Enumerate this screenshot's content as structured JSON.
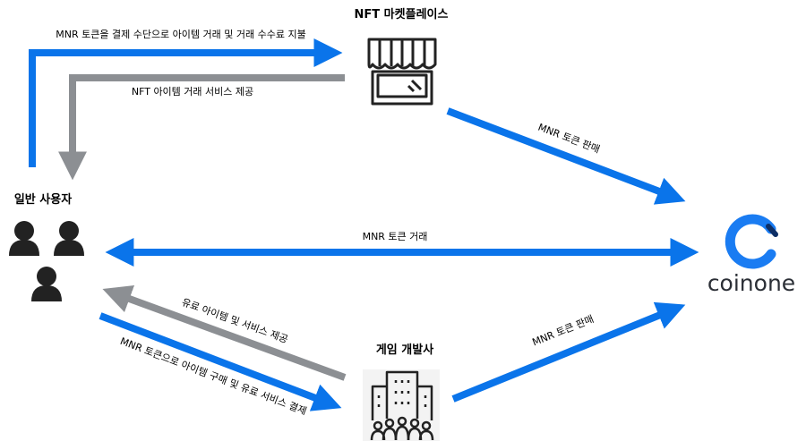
{
  "nodes": {
    "marketplace": "NFT 마켓플레이스",
    "users": "일반 사용자",
    "developer": "게임 개발사",
    "exchange": "coinone"
  },
  "flows": {
    "user_pays_marketplace": "MNR 토큰을 결제 수단으로 아이템 거래 및 거래 수수료 지불",
    "marketplace_service": "NFT 아이템 거래 서비스 제공",
    "marketplace_sells": "MNR 토큰 판매",
    "user_exchange_trade": "MNR 토큰 거래",
    "developer_service": "유료 아이템 및 서비스 제공",
    "user_pays_developer": "MNR 토큰으로 아이템 구매 및 유료 서비스 결제",
    "developer_sells": "MNR 토큰 판매"
  },
  "colors": {
    "blue_arrow": "#0a74ea",
    "gray_arrow": "#8c8f93",
    "icon_dark": "#222222",
    "brand_blue": "#1a7cf2"
  }
}
